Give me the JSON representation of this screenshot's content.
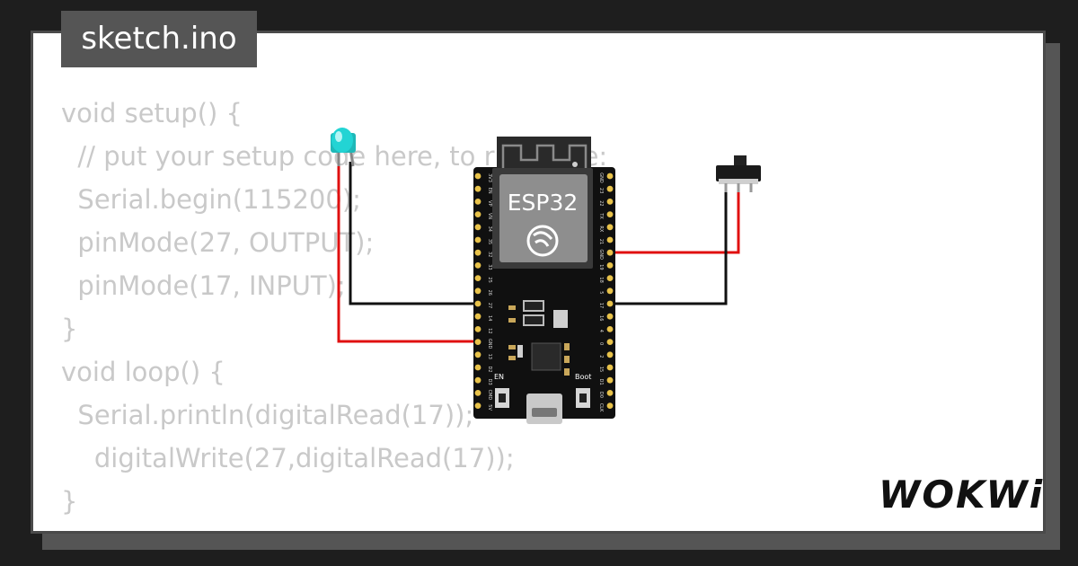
{
  "file_tab": {
    "label": "sketch.ino"
  },
  "code_lines": [
    "void setup() {",
    "  // put your setup code here, to run once:",
    "  Serial.begin(115200);",
    "  pinMode(27, OUTPUT);",
    "  pinMode(17, INPUT);",
    "}",
    "void loop() {",
    "  Serial.println(digitalRead(17));",
    "    digitalWrite(27,digitalRead(17));",
    "}"
  ],
  "board": {
    "label": "ESP32",
    "button_en": "EN",
    "button_boot": "Boot",
    "left_pins": [
      "3V3",
      "EN",
      "VP",
      "VN",
      "34",
      "35",
      "32",
      "33",
      "25",
      "26",
      "27",
      "14",
      "12",
      "GND",
      "13",
      "D2",
      "D3",
      "CMD",
      "5V"
    ],
    "right_pins": [
      "GND",
      "23",
      "22",
      "TX",
      "RX",
      "21",
      "GND",
      "19",
      "18",
      "5",
      "17",
      "16",
      "4",
      "0",
      "2",
      "15",
      "D1",
      "D0",
      "CLK"
    ]
  },
  "logo": "WOKWi",
  "colors": {
    "led": "#1fc8c8",
    "wire_red": "#e01010",
    "wire_black": "#111111",
    "board": "#101010",
    "pin_gold": "#e8c24a"
  }
}
